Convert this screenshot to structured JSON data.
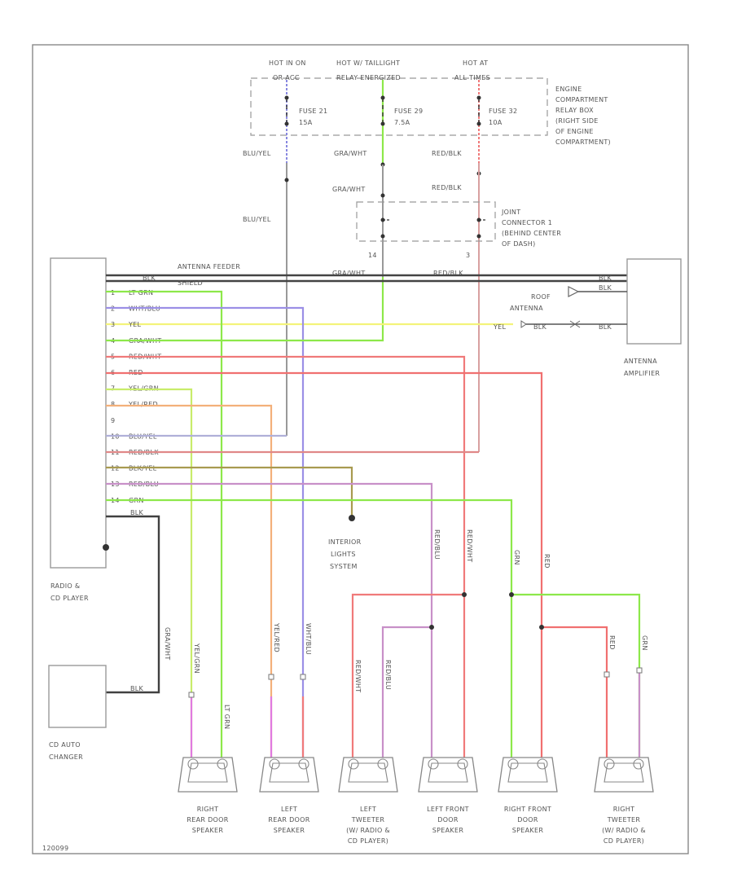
{
  "colors": {
    "lt_grn": "#8de84a",
    "wht_blu": "#9b8fe6",
    "yel": "#f3f37a",
    "gra_wht": "#8de84a",
    "red_wht": "#f07a7a",
    "red": "#f07070",
    "yel_grn": "#c8ec6a",
    "yel_red": "#f3b07a",
    "blu_yel": "#b0b0d8",
    "red_blk": "#e08888",
    "blk_yel": "#a89a50",
    "red_blu": "#c890c8",
    "grn": "#8de84a",
    "blk": "#404040",
    "pink": "#e07ae0",
    "gray": "#999999"
  },
  "fuse_box": {
    "top_labels": [
      "HOT IN ON",
      "HOT W/ TAILLIGHT",
      "HOT AT"
    ],
    "top_sub": [
      "OR ACC",
      "RELAY ENERGIZED",
      "ALL TIMES"
    ],
    "fuses": [
      "FUSE 21",
      "FUSE 29",
      "FUSE 32"
    ],
    "amps": [
      "15A",
      "7.5A",
      "10A"
    ],
    "desc": [
      "ENGINE",
      "COMPARTMENT",
      "RELAY BOX",
      "(RIGHT SIDE",
      "OF ENGINE",
      "COMPARTMENT)"
    ]
  },
  "wire_labels": {
    "blu_yel": "BLU/YEL",
    "gra_wht": "GRA/WHT",
    "red_blk": "RED/BLK"
  },
  "joint": {
    "desc": [
      "JOINT",
      "CONNECTOR 1",
      "(BEHIND CENTER",
      "OF DASH)"
    ],
    "pins": [
      "14",
      "3"
    ]
  },
  "antenna": {
    "feeder": "ANTENNA FEEDER",
    "shield": "SHIELD",
    "blk": "BLK",
    "roof": [
      "ROOF",
      "ANTENNA"
    ],
    "yel": "YEL",
    "amp": [
      "ANTENNA",
      "AMPLIFIER"
    ]
  },
  "radio_pins": [
    {
      "pin": "1",
      "label": "LT GRN"
    },
    {
      "pin": "2",
      "label": "WHT/BLU"
    },
    {
      "pin": "3",
      "label": "YEL"
    },
    {
      "pin": "4",
      "label": "GRA/WHT"
    },
    {
      "pin": "5",
      "label": "RED/WHT"
    },
    {
      "pin": "6",
      "label": "RED"
    },
    {
      "pin": "7",
      "label": "YEL/GRN"
    },
    {
      "pin": "8",
      "label": "YEL/RED"
    },
    {
      "pin": "9",
      "label": ""
    },
    {
      "pin": "10",
      "label": "BLU/YEL"
    },
    {
      "pin": "11",
      "label": "RED/BLK"
    },
    {
      "pin": "12",
      "label": "BLK/YEL"
    },
    {
      "pin": "13",
      "label": "RED/BLU"
    },
    {
      "pin": "14",
      "label": "GRN"
    }
  ],
  "radio_gnd": "BLK",
  "radio_label": [
    "RADIO &",
    "CD PLAYER"
  ],
  "changer": {
    "label": [
      "CD AUTO",
      "CHANGER"
    ],
    "wire": "GRA/WHT",
    "blk": "BLK"
  },
  "interior": [
    "INTERIOR",
    "LIGHTS",
    "SYSTEM"
  ],
  "speakers": [
    {
      "lines": [
        "RIGHT",
        "REAR DOOR",
        "SPEAKER"
      ]
    },
    {
      "lines": [
        "LEFT",
        "REAR DOOR",
        "SPEAKER"
      ]
    },
    {
      "lines": [
        "LEFT",
        "TWEETER",
        "(W/ RADIO &",
        "CD PLAYER)"
      ]
    },
    {
      "lines": [
        "LEFT FRONT",
        "DOOR",
        "SPEAKER"
      ]
    },
    {
      "lines": [
        "RIGHT FRONT",
        "DOOR",
        "SPEAKER"
      ]
    },
    {
      "lines": [
        "RIGHT",
        "TWEETER",
        "(W/ RADIO &",
        "CD PLAYER)"
      ]
    }
  ],
  "vertical_labels": {
    "right_rear": [
      "YEL/GRN",
      "LT GRN"
    ],
    "left_rear": [
      "YEL/RED",
      "WHT/BLU"
    ],
    "drop": [
      "RED/BLU",
      "RED/WHT",
      "GRN",
      "RED"
    ],
    "tweeter_l": [
      "RED/WHT",
      "RED/BLU"
    ],
    "tweeter_r": [
      "RED",
      "GRN"
    ]
  },
  "footer": "120099"
}
